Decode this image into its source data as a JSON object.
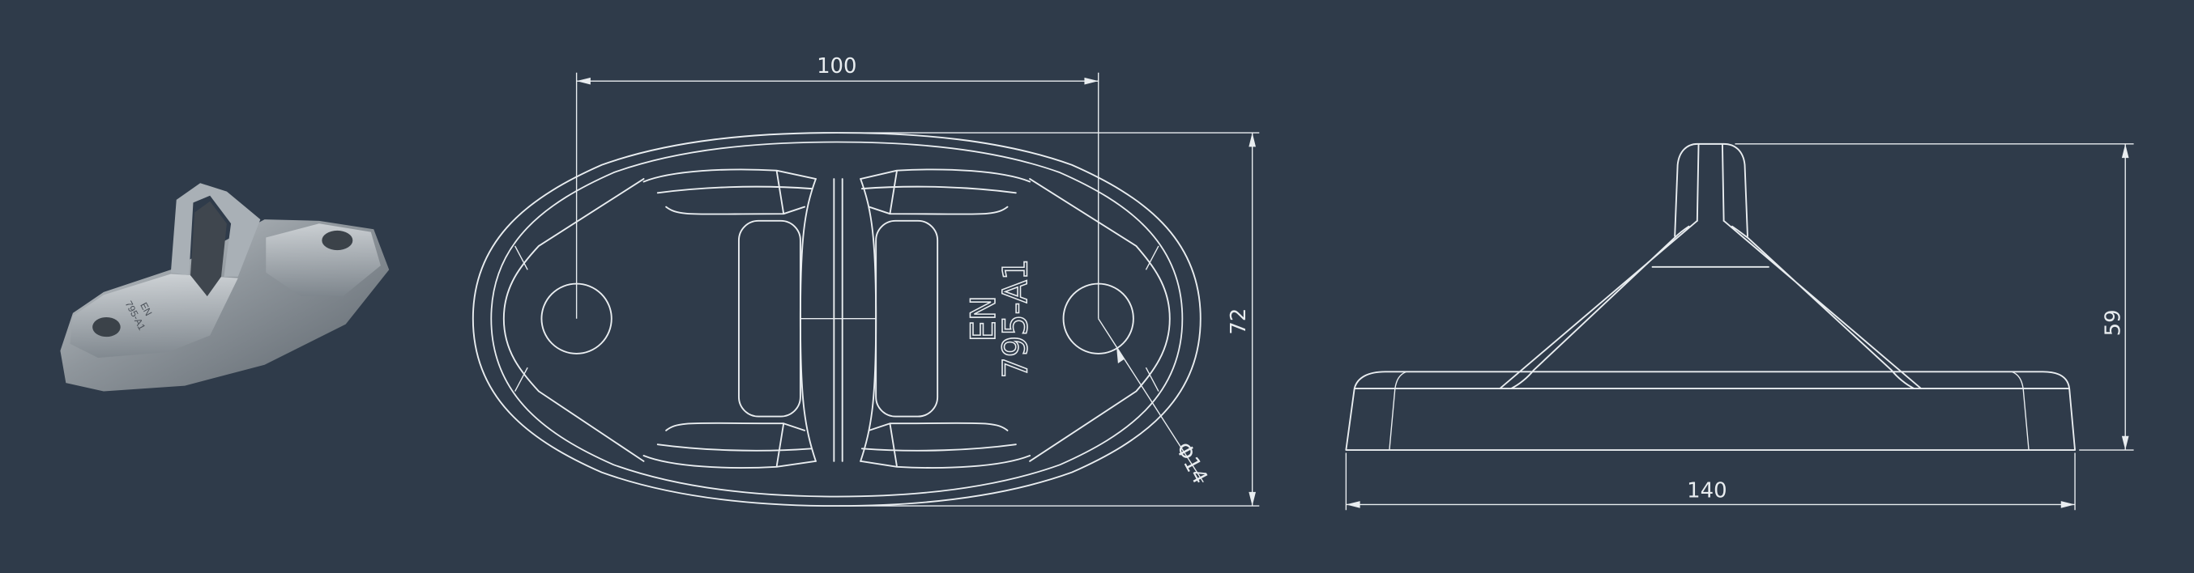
{
  "colors": {
    "background": "#2f3b4a",
    "line": "#e9edf0",
    "metal": "#9aa1a8"
  },
  "photo": {
    "engraving_line1": "EN",
    "engraving_line2": "795-A1"
  },
  "top_view": {
    "engraving_line1": "EN",
    "engraving_line2": "795-A1",
    "dim_hole_spacing": "100",
    "dim_width": "72",
    "dim_hole_diameter": "Φ14"
  },
  "side_view": {
    "dim_length": "140",
    "dim_height": "59"
  }
}
